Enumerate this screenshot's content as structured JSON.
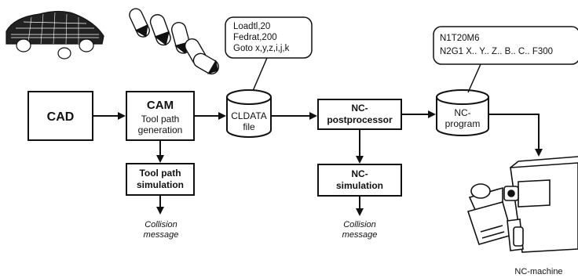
{
  "blocks": {
    "cad": "CAD",
    "cam_title": "CAM",
    "cam_line1": "Tool path",
    "cam_line2": "generation",
    "toolpath_sim_line1": "Tool path",
    "toolpath_sim_line2": "simulation",
    "cldata_line1": "CLDATA",
    "cldata_line2": "file",
    "post_line1": "NC-",
    "post_line2": "postprocessor",
    "ncsim_line1": "NC-",
    "ncsim_line2": "simulation",
    "ncprog_line1": "NC-",
    "ncprog_line2": "program"
  },
  "messages": {
    "collision1_line1": "Collision",
    "collision1_line2": "message",
    "collision2_line1": "Collision",
    "collision2_line2": "message"
  },
  "callouts": {
    "cldata_code": [
      "Loadtl,20",
      "Fedrat,200",
      "Goto x,y,z,i,j,k"
    ],
    "nc_code": [
      "N1T20M6",
      "N2G1 X.. Y.. Z.. B.. C.. F300"
    ]
  },
  "machine_label": "NC-machine"
}
